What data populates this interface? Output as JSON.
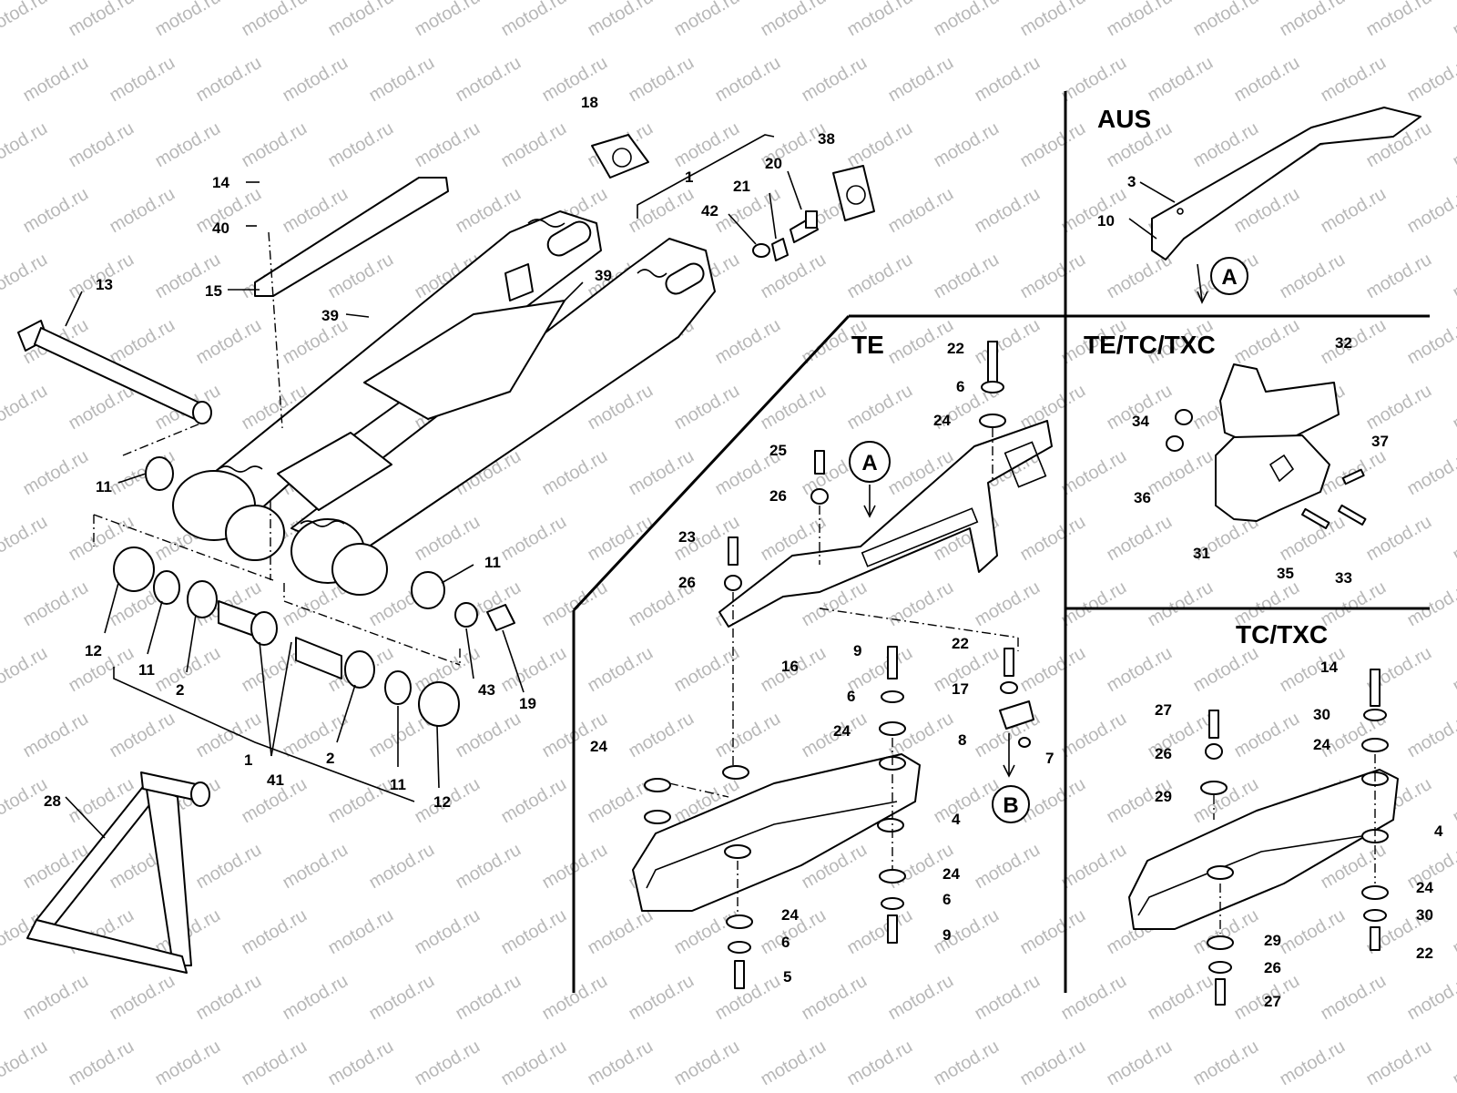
{
  "watermark": "motod.ru",
  "sections": {
    "aus": "AUS",
    "te": "TE",
    "te_tc_txc": "TE/TC/TXC",
    "tc_txc": "TC/TXC"
  },
  "markers": {
    "a": "A",
    "b": "B"
  },
  "callouts": {
    "main": [
      "18",
      "38",
      "14",
      "40",
      "15",
      "1",
      "20",
      "21",
      "42",
      "39",
      "39",
      "13",
      "11",
      "12",
      "11",
      "2",
      "41",
      "1",
      "2",
      "11",
      "12",
      "11",
      "43",
      "19",
      "28"
    ],
    "aus": [
      "3",
      "10"
    ],
    "te": [
      "22",
      "6",
      "24",
      "25",
      "26",
      "23",
      "26",
      "16",
      "9",
      "6",
      "24",
      "22",
      "17",
      "8",
      "7",
      "24",
      "4",
      "24",
      "6",
      "9",
      "24",
      "6",
      "5"
    ],
    "te_tc_txc": [
      "32",
      "34",
      "36",
      "37",
      "31",
      "35",
      "33"
    ],
    "tc_txc": [
      "14",
      "27",
      "30",
      "26",
      "24",
      "29",
      "4",
      "29",
      "24",
      "26",
      "30",
      "27",
      "22"
    ]
  }
}
